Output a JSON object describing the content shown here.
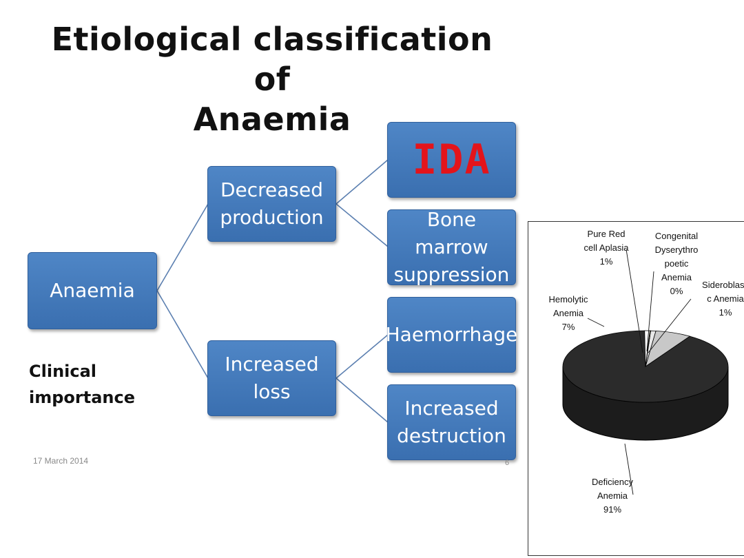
{
  "title": {
    "line1": "Etiological classification of",
    "line2": "Anaemia"
  },
  "diagram": {
    "root": "Anaemia",
    "decreased": {
      "line1": "Decreased",
      "line2": "production",
      "children": {
        "ida": "IDA",
        "bone_marrow": {
          "line1": "Bone marrow",
          "line2": "suppression"
        }
      }
    },
    "increased": {
      "line1": "Increased",
      "line2": "loss",
      "children": {
        "haemorrhage": "Haemorrhage",
        "destruction": {
          "line1": "Increased",
          "line2": "destruction"
        }
      }
    },
    "colors": {
      "node": "#4275b8",
      "ida_text": "#e3141b",
      "connector": "#5b7fb0"
    }
  },
  "clinical_importance": {
    "line1": "Clinical",
    "line2": "importance"
  },
  "footer": {
    "date": "17 March 2014",
    "page": "6"
  },
  "chart_data": {
    "type": "pie",
    "slices": [
      {
        "name": "Deficiency Anemia",
        "value": 91,
        "label_lines": [
          "Deficiency",
          "Anemia",
          "91%"
        ]
      },
      {
        "name": "Hemolytic Anemia",
        "value": 7,
        "label_lines": [
          "Hemolytic",
          "Anemia",
          "7%"
        ]
      },
      {
        "name": "Pure Red cell Aplasia",
        "value": 1,
        "label_lines": [
          "Pure Red",
          "cell Aplasia",
          "1%"
        ]
      },
      {
        "name": "Congenital Dyserythropoetic Anemia",
        "value": 0,
        "label_lines": [
          "Congenital",
          "Dyserythro",
          "poetic",
          "Anemia",
          "0%"
        ]
      },
      {
        "name": "Sideroblastic Anemia",
        "value": 1,
        "label_lines": [
          "Sideroblasti",
          "c Anemia",
          "1%"
        ]
      }
    ],
    "style": "3d",
    "colors": [
      "#2b2b2b",
      "#c8c8c8",
      "#e8e8e8",
      "#f2f2c0",
      "#ffffff"
    ]
  }
}
